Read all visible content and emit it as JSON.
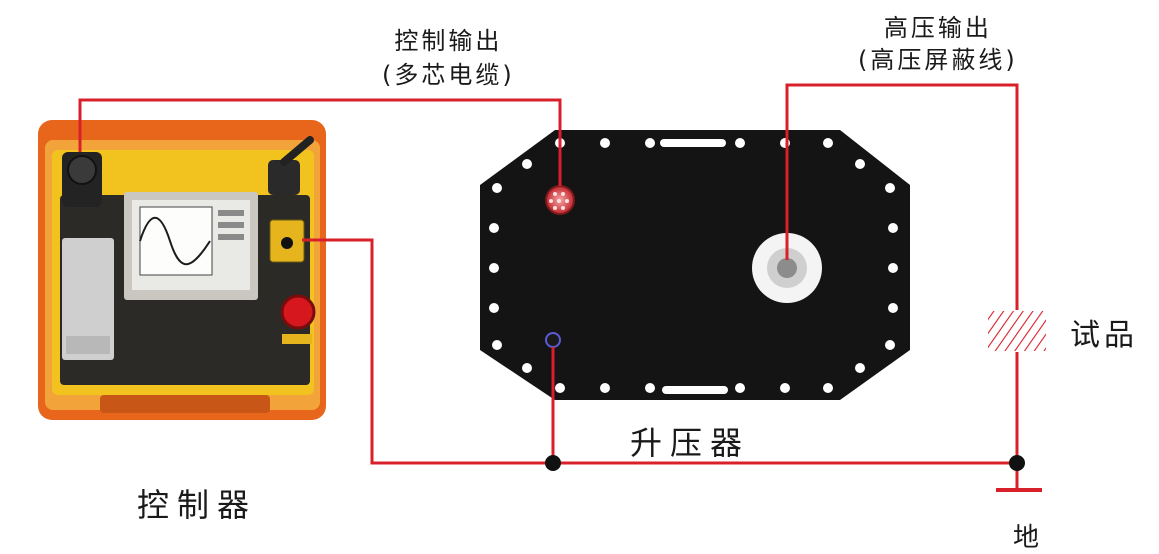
{
  "labels": {
    "control_output_line1": "控制输出",
    "control_output_line2": "(多芯电缆)",
    "hv_output_line1": "高压输出",
    "hv_output_line2": "(高压屏蔽线)",
    "booster": "升压器",
    "controller": "控制器",
    "specimen": "试品",
    "ground": "地"
  },
  "colors": {
    "wire": "#d8202a",
    "booster_body": "#141414",
    "controller_case": "#e8661c",
    "controller_panel": "#f2c21e",
    "node": "#111111"
  }
}
